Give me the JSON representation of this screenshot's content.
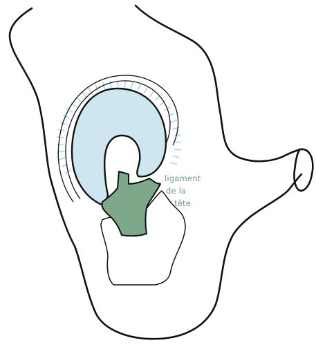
{
  "labels": {
    "ligament_line1": "ligament",
    "ligament_line2": "de la",
    "ligament_line3": "tête"
  },
  "colors": {
    "cartilage": "#cde6f0",
    "ligament": "#7ea88a",
    "label": "#6f9a80",
    "outline": "#111111",
    "hatch": "#a8d0e0"
  }
}
